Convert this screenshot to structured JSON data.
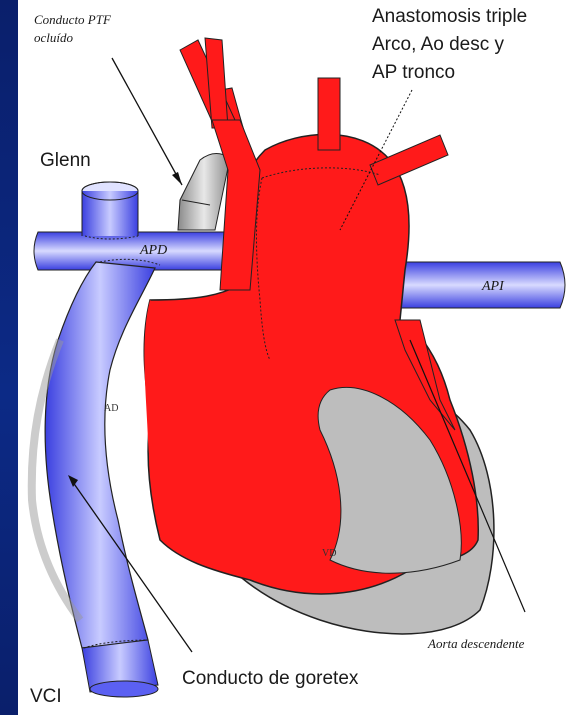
{
  "labels": {
    "conducto_ptf_line1": "Conducto PTF",
    "conducto_ptf_line2": "ocluído",
    "anastomosis_line1": "Anastomosis triple",
    "anastomosis_line2": "Arco, Ao desc y",
    "anastomosis_line3": "AP tronco",
    "glenn": "Glenn",
    "apd": "APD",
    "api": "API",
    "ad": "AD",
    "vd": "VD",
    "aorta_descendente": "Aorta descendente",
    "conducto_goretex": "Conducto de goretex",
    "vci": "VCI"
  },
  "colors": {
    "heart_red": "#ff1a1a",
    "vessel_blue": "#4b52f0",
    "vessel_light": "#d6d8ff",
    "gray_tissue": "#bdbdbd",
    "background": "#0c2a86"
  }
}
